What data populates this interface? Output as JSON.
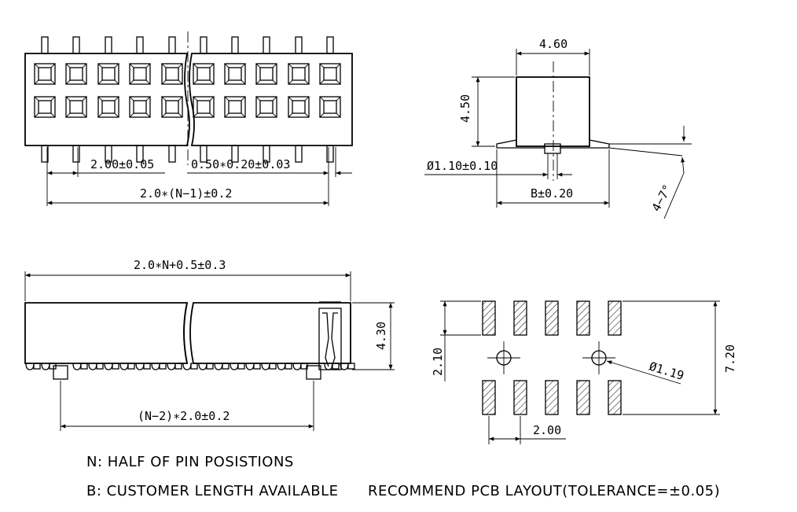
{
  "top_view": {
    "dim_pitch": "2.00±0.05",
    "dim_pin": "0.50∗0.20±0.03",
    "dim_overall": "2.0∗(N−1)±0.2"
  },
  "side_view": {
    "dim_width": "4.60",
    "dim_height": "4.50",
    "dim_post": "Ø1.10±0.10",
    "dim_b": "B±0.20",
    "dim_angle": "4−7°"
  },
  "front_view": {
    "dim_length": "2.0∗N+0.5±0.3",
    "dim_height": "4.30",
    "dim_posts": "(N−2)∗2.0±0.2"
  },
  "pcb_layout": {
    "dim_row": "2.10",
    "dim_total": "7.20",
    "dim_pitch": "2.00",
    "dim_hole": "Ø1.19"
  },
  "notes": {
    "n": "N:  HALF  OF  PIN  POSISTIONS",
    "b": "B:  CUSTOMER  LENGTH  AVAILABLE",
    "layout": "RECOMMEND  PCB  LAYOUT(TOLERANCE=±0.05)"
  }
}
